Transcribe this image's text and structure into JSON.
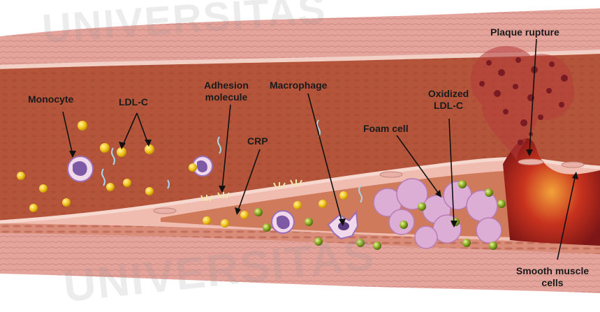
{
  "labels": {
    "monocyte": "Monocyte",
    "ldl_c": "LDL-C",
    "adhesion_molecule": "Adhesion\nmolecule",
    "crp": "CRP",
    "macrophage": "Macrophage",
    "oxidized_ldl_c": "Oxidized\nLDL-C",
    "foam_cell": "Foam cell",
    "plaque_rupture": "Plaque rupture",
    "smooth_muscle_cells": "Smooth muscle\ncells"
  },
  "watermark": {
    "top_text": "UNIVERSITAS",
    "bottom_text": "UNIVERSITAS"
  },
  "colors": {
    "vessel_wall": "#e8a7a0",
    "lumen": "#b8583d",
    "intima": "#f1c3b8",
    "ldl_yellow": "#f2c21a",
    "oxidized_green": "#7a9a1d",
    "monocyte_purple": "#7e5aa6",
    "foam_pink": "#d9a9d3",
    "plaque_red": "#8e1d1d"
  }
}
